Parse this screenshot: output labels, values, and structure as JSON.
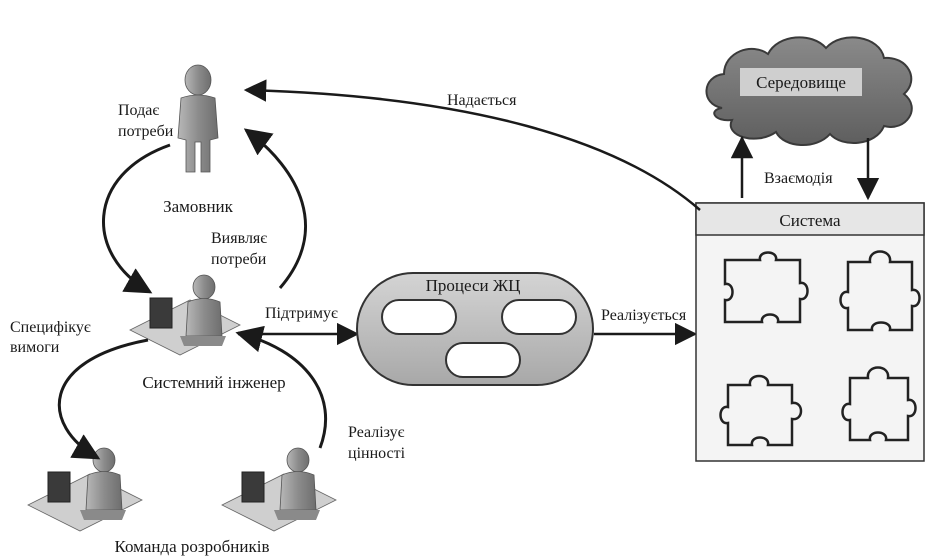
{
  "actors": {
    "customer": "Замовник",
    "system_engineer": "Системний інженер",
    "dev_team": "Команда розробників"
  },
  "edge_labels": {
    "submits_needs": [
      "Подає",
      "потреби"
    ],
    "identifies_needs": [
      "Виявляє",
      "потреби"
    ],
    "specifies_requirements": [
      "Специфікує",
      "вимоги"
    ],
    "implements_values": [
      "Реалізує",
      "цінності"
    ],
    "supports": "Підтримує",
    "is_implemented": "Реалізується",
    "is_provided": "Надається",
    "interaction": "Взаємодія"
  },
  "nodes": {
    "processes": "Процеси ЖЦ",
    "system": "Система",
    "environment": "Середовище"
  },
  "colors": {
    "ink": "#1a1a1a",
    "cloud": "#7a7a7a",
    "pill_fill": "#bcbcbc",
    "system_fill": "#f2f2f2",
    "figure": "#9a9a9a"
  }
}
